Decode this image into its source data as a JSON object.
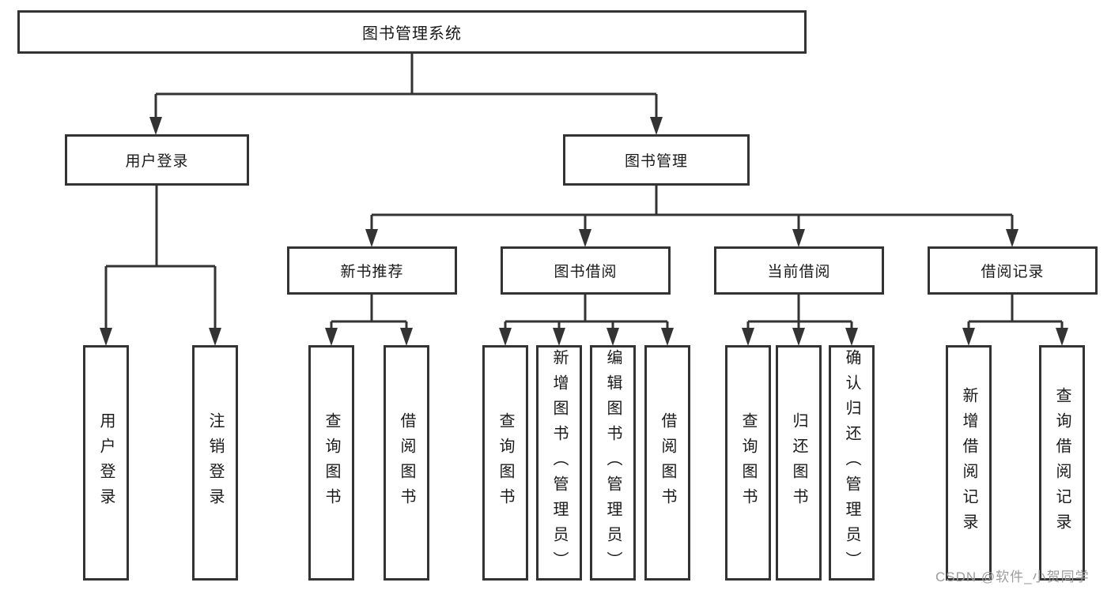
{
  "diagram_type": "hierarchy-tree",
  "colors": {
    "background": "#ffffff",
    "box_border": "#333333",
    "connector_line": "#333333",
    "text": "#1a1a1a",
    "watermark": "#9b9b9b"
  },
  "tree": {
    "label": "图书管理系统",
    "children": [
      {
        "label": "用户登录",
        "children": [
          {
            "label": "用户登录"
          },
          {
            "label": "注销登录"
          }
        ]
      },
      {
        "label": "图书管理",
        "children": [
          {
            "label": "新书推荐",
            "children": [
              {
                "label": "查询图书"
              },
              {
                "label": "借阅图书"
              }
            ]
          },
          {
            "label": "图书借阅",
            "children": [
              {
                "label": "查询图书"
              },
              {
                "label": "新增图书（管理员）"
              },
              {
                "label": "编辑图书（管理员）"
              },
              {
                "label": "借阅图书"
              }
            ]
          },
          {
            "label": "当前借阅",
            "children": [
              {
                "label": "查询图书"
              },
              {
                "label": "归还图书"
              },
              {
                "label": "确认归还（管理员）"
              }
            ]
          },
          {
            "label": "借阅记录",
            "children": [
              {
                "label": "新增借阅记录"
              },
              {
                "label": "查询借阅记录"
              }
            ]
          }
        ]
      }
    ]
  },
  "watermark": {
    "text": "CSDN @软件_小贺同学"
  }
}
